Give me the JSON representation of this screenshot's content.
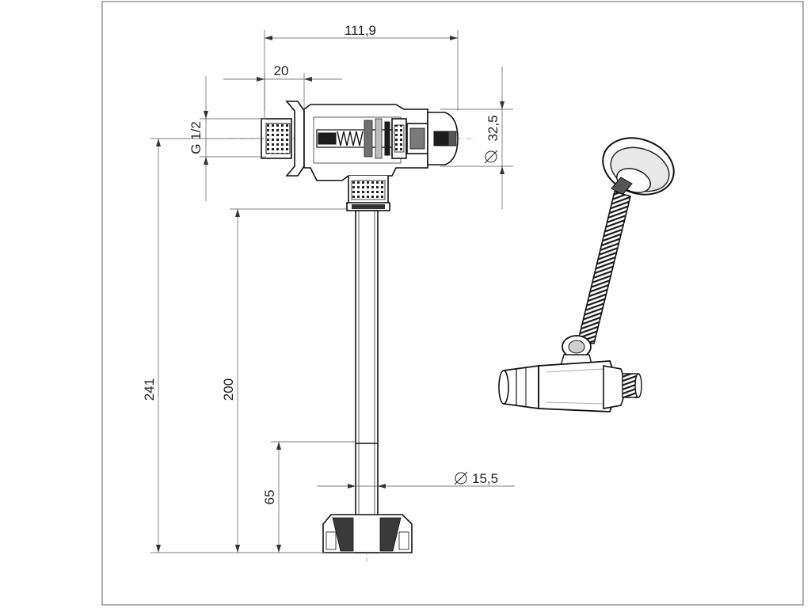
{
  "dimensions": {
    "overall_width": "111,9",
    "thread_offset": "20",
    "thread_size": "G 1/2",
    "knob_diameter": "32,5",
    "total_height": "241",
    "tube_length": "200",
    "bottom_offset": "65",
    "tube_diameter": "15,5"
  }
}
